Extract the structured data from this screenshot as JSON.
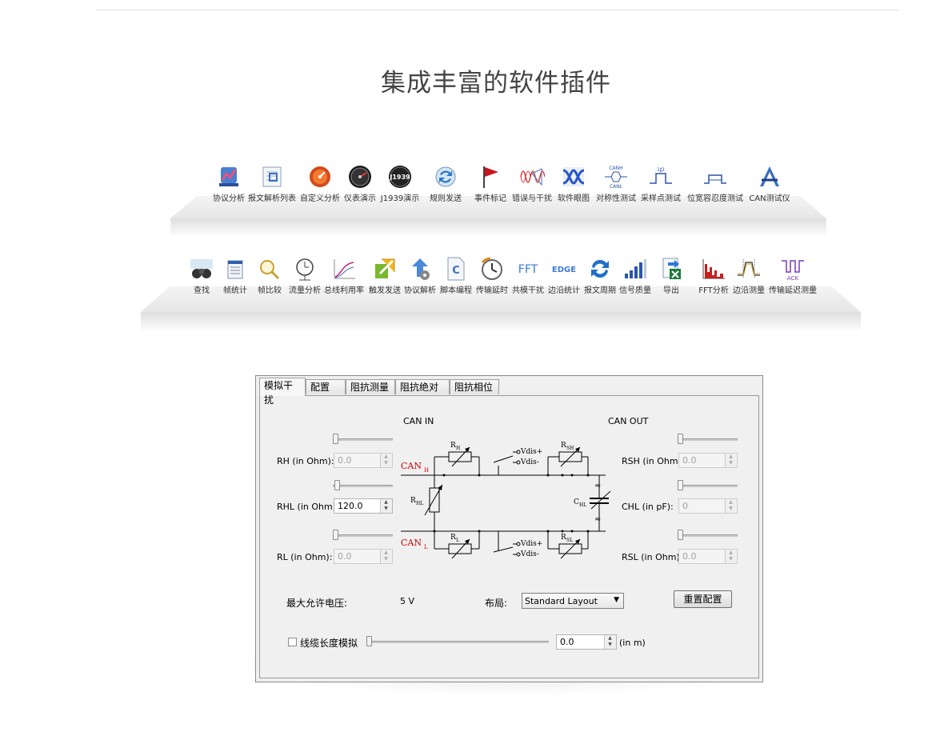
{
  "page": {
    "title": "集成丰富的软件插件"
  },
  "toolbar1": {
    "items": [
      {
        "label": "协议分析",
        "icon": "protocol-analysis-icon"
      },
      {
        "label": "报文解析列表",
        "icon": "message-parse-list-icon"
      },
      {
        "label": "自定义分析",
        "icon": "custom-analysis-icon"
      },
      {
        "label": "仪表演示",
        "icon": "gauge-demo-icon"
      },
      {
        "label": "J1939演示",
        "icon": "j1939-demo-icon"
      },
      {
        "label": "规则发送",
        "icon": "rule-send-icon"
      },
      {
        "label": "事件标记",
        "icon": "event-flag-icon"
      },
      {
        "label": "错误与干扰",
        "icon": "error-interference-icon"
      },
      {
        "label": "软件眼图",
        "icon": "eye-diagram-icon"
      },
      {
        "label": "对称性测试",
        "icon": "symmetry-test-icon"
      },
      {
        "label": "采样点测试",
        "icon": "sample-point-test-icon"
      },
      {
        "label": "位宽容忍度测试",
        "icon": "bit-width-tolerance-icon"
      },
      {
        "label": "CAN测试仪",
        "icon": "can-tester-icon"
      }
    ],
    "icon_text": {
      "j1939": "J1939",
      "canh": "CANH",
      "canl": "CANL",
      "sample": "1/2"
    }
  },
  "toolbar2": {
    "items": [
      {
        "label": "查找",
        "icon": "find-binoculars-icon"
      },
      {
        "label": "帧统计",
        "icon": "frame-stats-icon"
      },
      {
        "label": "帧比较",
        "icon": "frame-compare-icon"
      },
      {
        "label": "流量分析",
        "icon": "traffic-analysis-icon"
      },
      {
        "label": "总线利用率",
        "icon": "bus-utilization-icon"
      },
      {
        "label": "触发发送",
        "icon": "trigger-send-icon"
      },
      {
        "label": "协议解析",
        "icon": "protocol-parse-icon"
      },
      {
        "label": "脚本编程",
        "icon": "script-programming-icon"
      },
      {
        "label": "传输延时",
        "icon": "transmit-delay-icon"
      },
      {
        "label": "共模干扰",
        "icon": "fft-icon"
      },
      {
        "label": "边沿统计",
        "icon": "edge-stats-icon"
      },
      {
        "label": "报文周期",
        "icon": "message-period-icon"
      },
      {
        "label": "信号质量",
        "icon": "signal-quality-icon"
      },
      {
        "label": "导出",
        "icon": "export-icon"
      },
      {
        "label": "FFT分析",
        "icon": "fft-analysis-icon"
      },
      {
        "label": "边沿测量",
        "icon": "edge-measure-icon"
      },
      {
        "label": "传输延迟测量",
        "icon": "delay-measure-icon"
      }
    ],
    "icon_text": {
      "script": "C",
      "fft": "FFT",
      "edge": "EDGE",
      "ack": "ACK"
    }
  },
  "dialog": {
    "tabs": [
      "模拟干扰",
      "配置",
      "阻抗测量",
      "阻抗绝对值",
      "阻抗相位"
    ],
    "can_in": "CAN IN",
    "can_out": "CAN OUT",
    "left_fields": [
      {
        "label": "RH (in Ohm):",
        "value": "0.0",
        "enabled": false,
        "slider": 0
      },
      {
        "label": "RHL (in Ohm):",
        "value": "120.0",
        "enabled": true,
        "slider": 0.03
      },
      {
        "label": "RL (in Ohm):",
        "value": "0.0",
        "enabled": false,
        "slider": 0
      }
    ],
    "right_fields": [
      {
        "label": "RSH (in Ohm):",
        "value": "0.0",
        "enabled": false,
        "slider": 0
      },
      {
        "label": "CHL (in pF):",
        "value": "0",
        "enabled": false,
        "slider": 0
      },
      {
        "label": "RSL (in Ohm):",
        "value": "0.0",
        "enabled": false,
        "slider": 0
      }
    ],
    "circuit": {
      "can_h": "CAN",
      "can_h_sub": "H",
      "can_l": "CAN",
      "can_l_sub": "L",
      "rh": "R",
      "rh_sub": "H",
      "rl": "R",
      "rl_sub": "L",
      "rhl": "R",
      "rhl_sub": "HL",
      "rsh": "R",
      "rsh_sub": "SH",
      "rsl": "R",
      "rsl_sub": "SL",
      "chl": "C",
      "chl_sub": "HL",
      "vdis_plus": "Vdis+",
      "vdis_minus": "Vdis-"
    },
    "max_voltage_label": "最大允许电压:",
    "max_voltage_value": "5 V",
    "layout_label": "布局:",
    "layout_value": "Standard Layout",
    "reset_button": "重置配置",
    "cable_checkbox_label": "线缆长度模拟",
    "cable_value": "0.0",
    "cable_unit": "(in m)",
    "cable_checked": false
  },
  "colors": {
    "can_label": "#cc0000"
  }
}
